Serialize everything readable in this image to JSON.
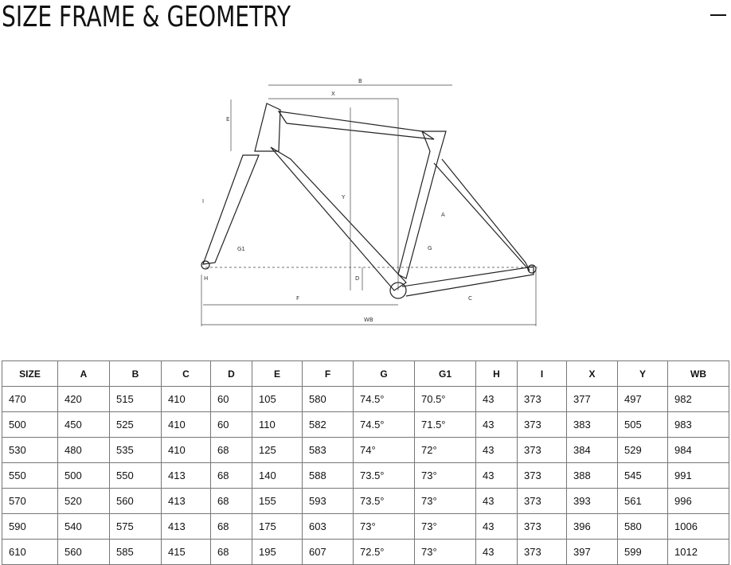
{
  "title": "SIZE FRAME & GEOMETRY",
  "diagram_labels": {
    "B": "B",
    "X": "X",
    "E": "E",
    "Y": "Y",
    "I": "I",
    "G1": "G1",
    "A": "A",
    "G": "G",
    "H": "H",
    "D": "D",
    "F": "F",
    "C": "C",
    "WB": "WB"
  },
  "table": {
    "headers": [
      "SIZE",
      "A",
      "B",
      "C",
      "D",
      "E",
      "F",
      "G",
      "G1",
      "H",
      "I",
      "X",
      "Y",
      "WB"
    ],
    "rows": [
      [
        "470",
        "420",
        "515",
        "410",
        "60",
        "105",
        "580",
        "74.5°",
        "70.5°",
        "43",
        "373",
        "377",
        "497",
        "982"
      ],
      [
        "500",
        "450",
        "525",
        "410",
        "60",
        "110",
        "582",
        "74.5°",
        "71.5°",
        "43",
        "373",
        "383",
        "505",
        "983"
      ],
      [
        "530",
        "480",
        "535",
        "410",
        "68",
        "125",
        "583",
        "74°",
        "72°",
        "43",
        "373",
        "384",
        "529",
        "984"
      ],
      [
        "550",
        "500",
        "550",
        "413",
        "68",
        "140",
        "588",
        "73.5°",
        "73°",
        "43",
        "373",
        "388",
        "545",
        "991"
      ],
      [
        "570",
        "520",
        "560",
        "413",
        "68",
        "155",
        "593",
        "73.5°",
        "73°",
        "43",
        "373",
        "393",
        "561",
        "996"
      ],
      [
        "590",
        "540",
        "575",
        "413",
        "68",
        "175",
        "603",
        "73°",
        "73°",
        "43",
        "373",
        "396",
        "580",
        "1006"
      ],
      [
        "610",
        "560",
        "585",
        "415",
        "68",
        "195",
        "607",
        "72.5°",
        "73°",
        "43",
        "373",
        "397",
        "599",
        "1012"
      ]
    ]
  }
}
